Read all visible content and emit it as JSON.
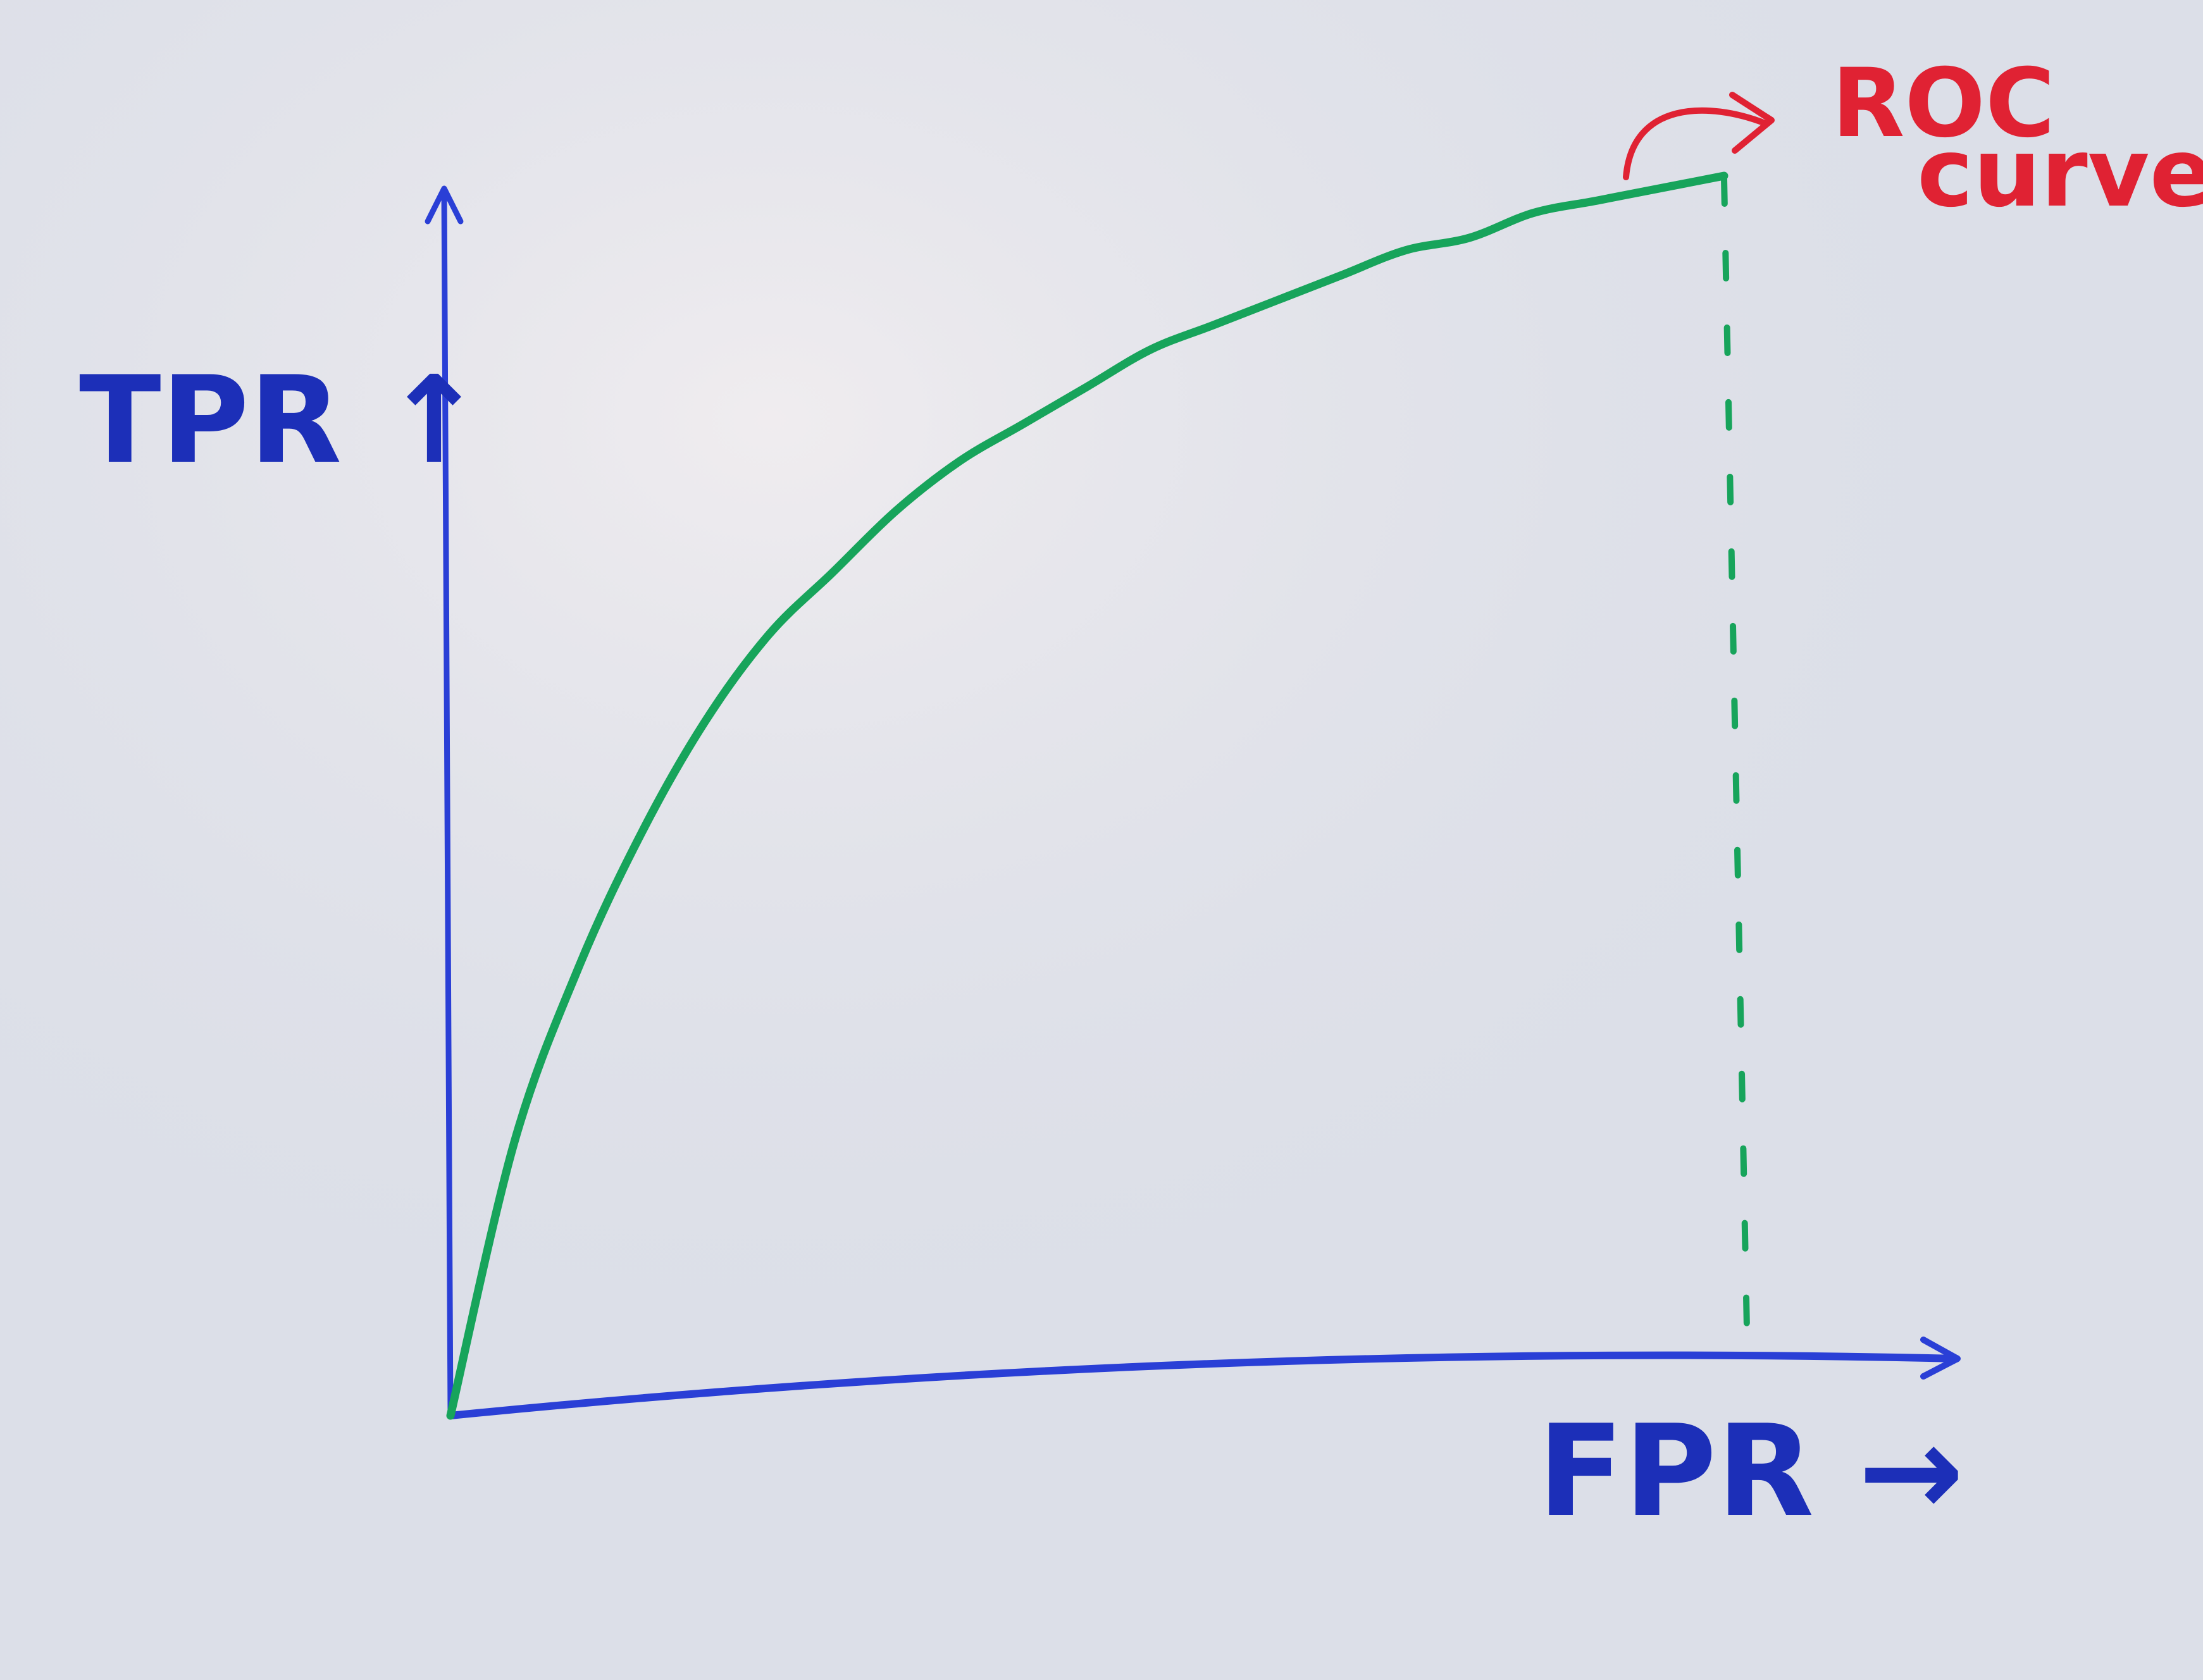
{
  "colors": {
    "board": "#dcdfe8",
    "axis": "#2a3fd6",
    "label": "#1c2fb8",
    "curve": "#17a45b",
    "annotation": "#e02233"
  },
  "chart_data": {
    "type": "line",
    "xlabel": "FPR →",
    "ylabel": "TPR ↑",
    "annotation": [
      "ROC",
      "curve"
    ],
    "xlim": [
      0,
      1
    ],
    "ylim": [
      0,
      1
    ],
    "grid": false,
    "series": [
      {
        "x": [
          0,
          0.05,
          0.1,
          0.15,
          0.2,
          0.25,
          0.3,
          0.35,
          0.4,
          0.45,
          0.5,
          0.55,
          0.6,
          0.65,
          0.7,
          0.75,
          0.8,
          0.85,
          0.9,
          0.95,
          1.0
        ],
        "y": [
          0,
          0.22,
          0.36,
          0.47,
          0.56,
          0.63,
          0.68,
          0.73,
          0.77,
          0.8,
          0.83,
          0.86,
          0.88,
          0.9,
          0.92,
          0.94,
          0.95,
          0.97,
          0.98,
          0.99,
          1.0
        ]
      }
    ],
    "reference_line": {
      "x": 1.0,
      "style": "dashed"
    }
  }
}
